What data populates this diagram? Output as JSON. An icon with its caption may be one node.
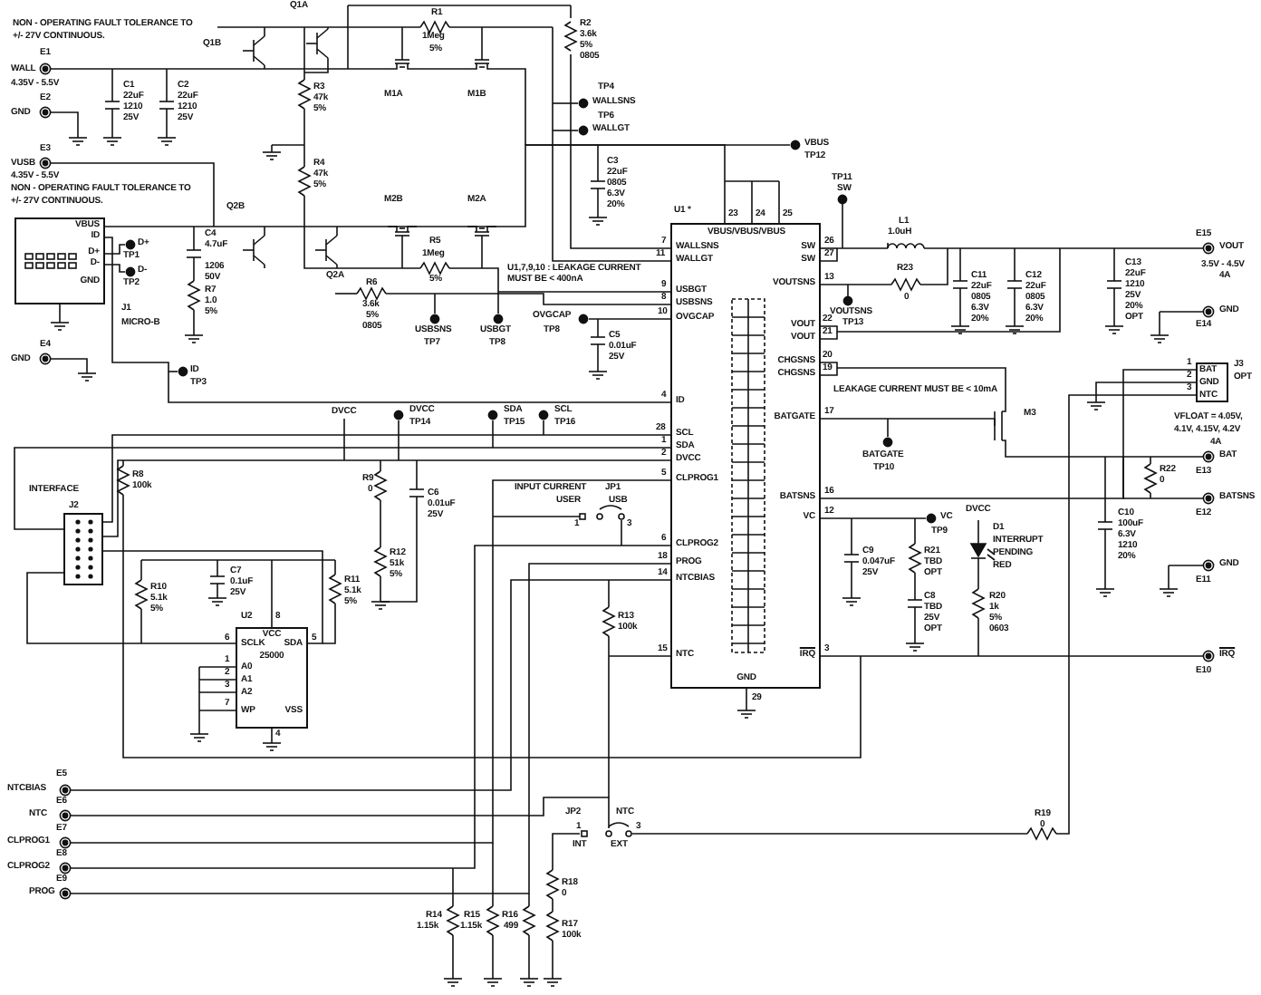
{
  "diagram": {
    "nodes": [
      {
        "text": [
          "VBUS",
          "ID",
          "D+",
          "D-",
          "GND"
        ],
        "beside": [
          "J1",
          "MICRO-B"
        ]
      },
      {
        "text": [
          "VBUS/VBUS/VBUS",
          "WALLSNS",
          "WALLGT",
          "SW",
          "SW",
          "USBGT",
          "USBSNS",
          "VOUTSNS",
          "OVGCAP",
          "VOUT",
          "VOUT",
          "CHGSNS",
          "CHGSNS",
          "ID",
          "BATGATE",
          "SCL",
          "SDA",
          "DVCC",
          "CLPROG1",
          "BATSNS",
          "VC",
          "CLPROG2",
          "PROG",
          "NTCBIAS",
          "NTC",
          "IRQ",
          "GND"
        ],
        "beside": [
          "U1 *"
        ]
      },
      {
        "text": [
          "BAT",
          "GND",
          "NTC"
        ],
        "beside": [
          "J3",
          "OPT"
        ]
      },
      {
        "text": [],
        "shape": "box",
        "beside": [
          "J2"
        ]
      },
      {
        "text": [
          "VCC",
          "SCLK",
          "SDA",
          "25000",
          "A0",
          "A1",
          "A2",
          "WP",
          "VSS"
        ],
        "beside": [
          "U2"
        ]
      }
    ],
    "edges": [
      {
        "from": 3,
        "to": 4,
        "arrow": "none"
      },
      {
        "from": 4,
        "to": 3,
        "arrow": "none"
      },
      {
        "from": 3,
        "to": 1,
        "arrow": "none"
      },
      {
        "from": 3,
        "to": 1,
        "arrow": "none"
      },
      {
        "from": 3,
        "to": 1,
        "arrow": "none"
      },
      {
        "from": 0,
        "to": 1,
        "arrow": "none"
      },
      {
        "from": 0,
        "to": 1,
        "arrow": "none"
      },
      {
        "from": 1,
        "to": 2,
        "arrow": "none"
      }
    ],
    "labels": [
      "NON - OPERATING FAULT TOLERANCE TO",
      "+/- 27V CONTINUOUS.",
      "Q1A",
      "Q1B",
      "R1",
      "1Meg",
      "5%",
      "R2",
      "3.6k",
      "5%",
      "0805",
      "E1",
      "WALL",
      "4.35V - 5.5V",
      "C1",
      "22uF",
      "1210",
      "25V",
      "C2",
      "22uF",
      "1210",
      "25V",
      "E2",
      "GND",
      "R3",
      "47k",
      "5%",
      "M1A",
      "M1B",
      "TP4",
      "WALLSNS",
      "TP6",
      "WALLGT",
      "E3",
      "VUSB",
      "4.35V - 5.5V",
      "NON - OPERATING FAULT TOLERANCE TO",
      "+/- 27V CONTINUOUS.",
      "R4",
      "47k",
      "5%",
      "Q2B",
      "M2B",
      "M2A",
      "C3",
      "22uF",
      "0805",
      "6.3V",
      "20%",
      "D+",
      "TP1",
      "D-",
      "TP2",
      "C4",
      "4.7uF",
      "1206",
      "50V",
      "R5",
      "1Meg",
      "Q2A",
      "5%",
      "U1,7,9,10 : LEAKAGE CURRENT",
      "MUST BE < 400nA",
      "R6",
      "3.6k",
      "5%",
      "0805",
      "R7",
      "1.0",
      "5%",
      "USBSNS",
      "TP7",
      "USBGT",
      "TP8",
      "OVGCAP",
      "TP8",
      "C5",
      "0.01uF",
      "25V",
      "E4",
      "GND",
      "ID",
      "TP3",
      "VBUS",
      "TP12",
      "TP11",
      "SW",
      "23",
      "24",
      "25",
      "L1",
      "1.0uH",
      "7",
      "11",
      "26",
      "27",
      "9",
      "8",
      "13",
      "R23",
      "0",
      "10",
      "VOUTSNS",
      "TP13",
      "C11",
      "22uF",
      "0805",
      "6.3V",
      "20%",
      "C12",
      "22uF",
      "0805",
      "6.3V",
      "20%",
      "C13",
      "22uF",
      "1210",
      "25V",
      "20%",
      "OPT",
      "E15",
      "VOUT",
      "3.5V - 4.5V",
      "4A",
      "GND",
      "E14",
      "22",
      "21",
      "20",
      "19",
      "1",
      "2",
      "3",
      "VFLOAT = 4.05V,",
      "4.1V, 4.15V, 4.2V",
      "4A",
      "LEAKAGE CURRENT MUST BE < 10mA",
      "M3",
      "4",
      "17",
      "28",
      "1",
      "2",
      "5",
      "BATGATE",
      "TP10",
      "R22",
      "0",
      "BAT",
      "E13",
      "16",
      "BATSNS",
      "12",
      "VC",
      "DVCC",
      "E12",
      "TP9",
      "D1",
      "INTERRUPT",
      "PENDING",
      "RED",
      "C10",
      "100uF",
      "6.3V",
      "1210",
      "20%",
      "R21",
      "TBD",
      "OPT",
      "C9",
      "0.047uF",
      "25V",
      "GND",
      "E11",
      "6",
      "18",
      "14",
      "C8",
      "TBD",
      "25V",
      "OPT",
      "R20",
      "1k",
      "5%",
      "0603",
      "15",
      "3",
      "IRQ",
      "E10",
      "29",
      "DVCC",
      "DVCC",
      "TP14",
      "SDA",
      "TP15",
      "SCL",
      "TP16",
      "INTERFACE",
      "R8",
      "100k",
      "R9",
      "0",
      "C6",
      "0.01uF",
      "25V",
      "INPUT CURRENT",
      "JP1",
      "USER",
      "USB",
      "1",
      "3",
      "R12",
      "51k",
      "5%",
      "C7",
      "0.1uF",
      "25V",
      "R10",
      "5.1k",
      "5%",
      "R11",
      "5.1k",
      "5%",
      "R13",
      "100k",
      "8",
      "6",
      "5",
      "1",
      "2",
      "3",
      "7",
      "4",
      "E5",
      "NTCBIAS",
      "E6",
      "NTC",
      "E7",
      "CLPROG1",
      "E8",
      "CLPROG2",
      "E9",
      "PROG",
      "JP2",
      "NTC",
      "1",
      "3",
      "INT",
      "EXT",
      "R18",
      "0",
      "R17",
      "100k",
      "R14",
      "1.15k",
      "R15",
      "1.15k",
      "R16",
      "499",
      "R19",
      "0"
    ]
  }
}
